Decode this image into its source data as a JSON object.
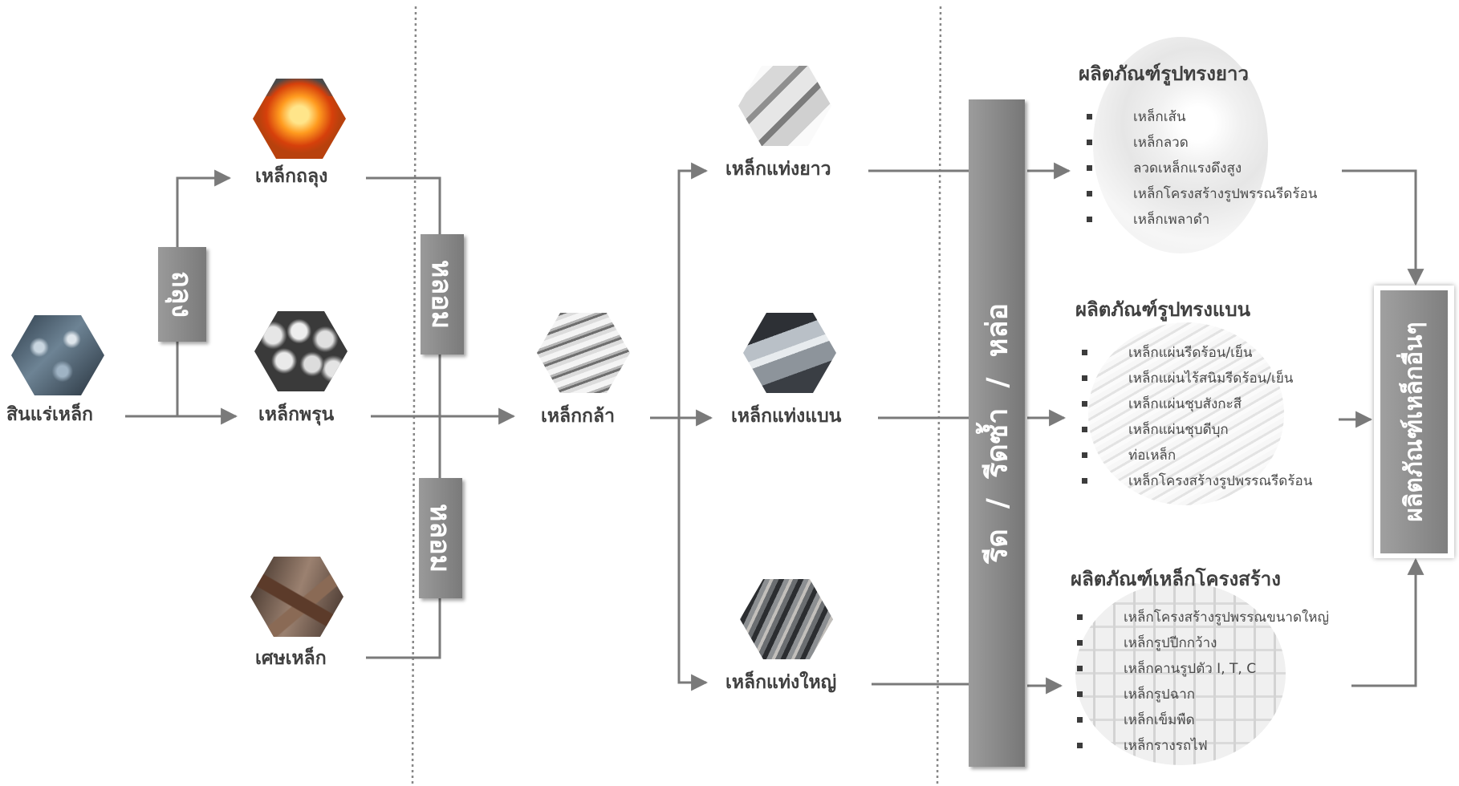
{
  "nodes": {
    "iron_ore": "สินแร่เหล็ก",
    "pig_iron": "เหล็กถลุง",
    "sponge_iron": "เหล็กพรุน",
    "scrap": "เศษเหล็ก",
    "steel": "เหล็กกล้า",
    "billet": "เหล็กแท่งยาว",
    "slab": "เหล็กแท่งแบน",
    "bloom": "เหล็กแท่งใหญ่"
  },
  "processes": {
    "smelting": "ถลุง",
    "melting_1": "หลอม",
    "melting_2": "หลอม",
    "forming": "รีด  /  รีดซ้ำ  /  หล่อ"
  },
  "groups": [
    {
      "title": "ผลิตภัณฑ์รูปทรงยาว",
      "items": [
        "เหล็กเส้น",
        "เหล็กลวด",
        "ลวดเหล็กแรงดึงสูง",
        "เหล็กโครงสร้างรูปพรรณรีดร้อน",
        "เหล็กเพลาดำ"
      ]
    },
    {
      "title": "ผลิตภัณฑ์รูปทรงแบน",
      "items": [
        "เหล็กแผ่นรีดร้อน/เย็น",
        "เหล็กแผ่นไร้สนิมรีดร้อน/เย็น",
        "เหล็กแผ่นชุบสังกะสี",
        "เหล็กแผ่นชุบดีบุก",
        "ท่อเหล็ก",
        "เหล็กโครงสร้างรูปพรรณรีดร้อน"
      ]
    },
    {
      "title": "ผลิตภัณฑ์เหล็กโครงสร้าง",
      "items": [
        "เหล็กโครงสร้างรูปพรรณขนาดใหญ่",
        "เหล็กรูปปีกกว้าง",
        "เหล็กคานรูปตัว I, T, C",
        "เหล็กรูปฉาก",
        "เหล็กเข็มพืด",
        "เหล็กรางรถไฟ"
      ]
    }
  ],
  "final": "ผลิตภัณฑ์เหล็กอื่นๆ",
  "icons": {
    "iron_ore": "iron-ore-icon",
    "pig_iron": "molten-iron-icon",
    "sponge_iron": "sponge-iron-pellets-icon",
    "scrap": "scrap-metal-icon",
    "steel": "steel-pipes-icon",
    "billet": "billets-icon",
    "slab": "slab-icon",
    "bloom": "bloom-bars-icon"
  },
  "colors": {
    "connector": "#7a7a7a",
    "box": "#8a8a8a",
    "text": "#404040"
  }
}
